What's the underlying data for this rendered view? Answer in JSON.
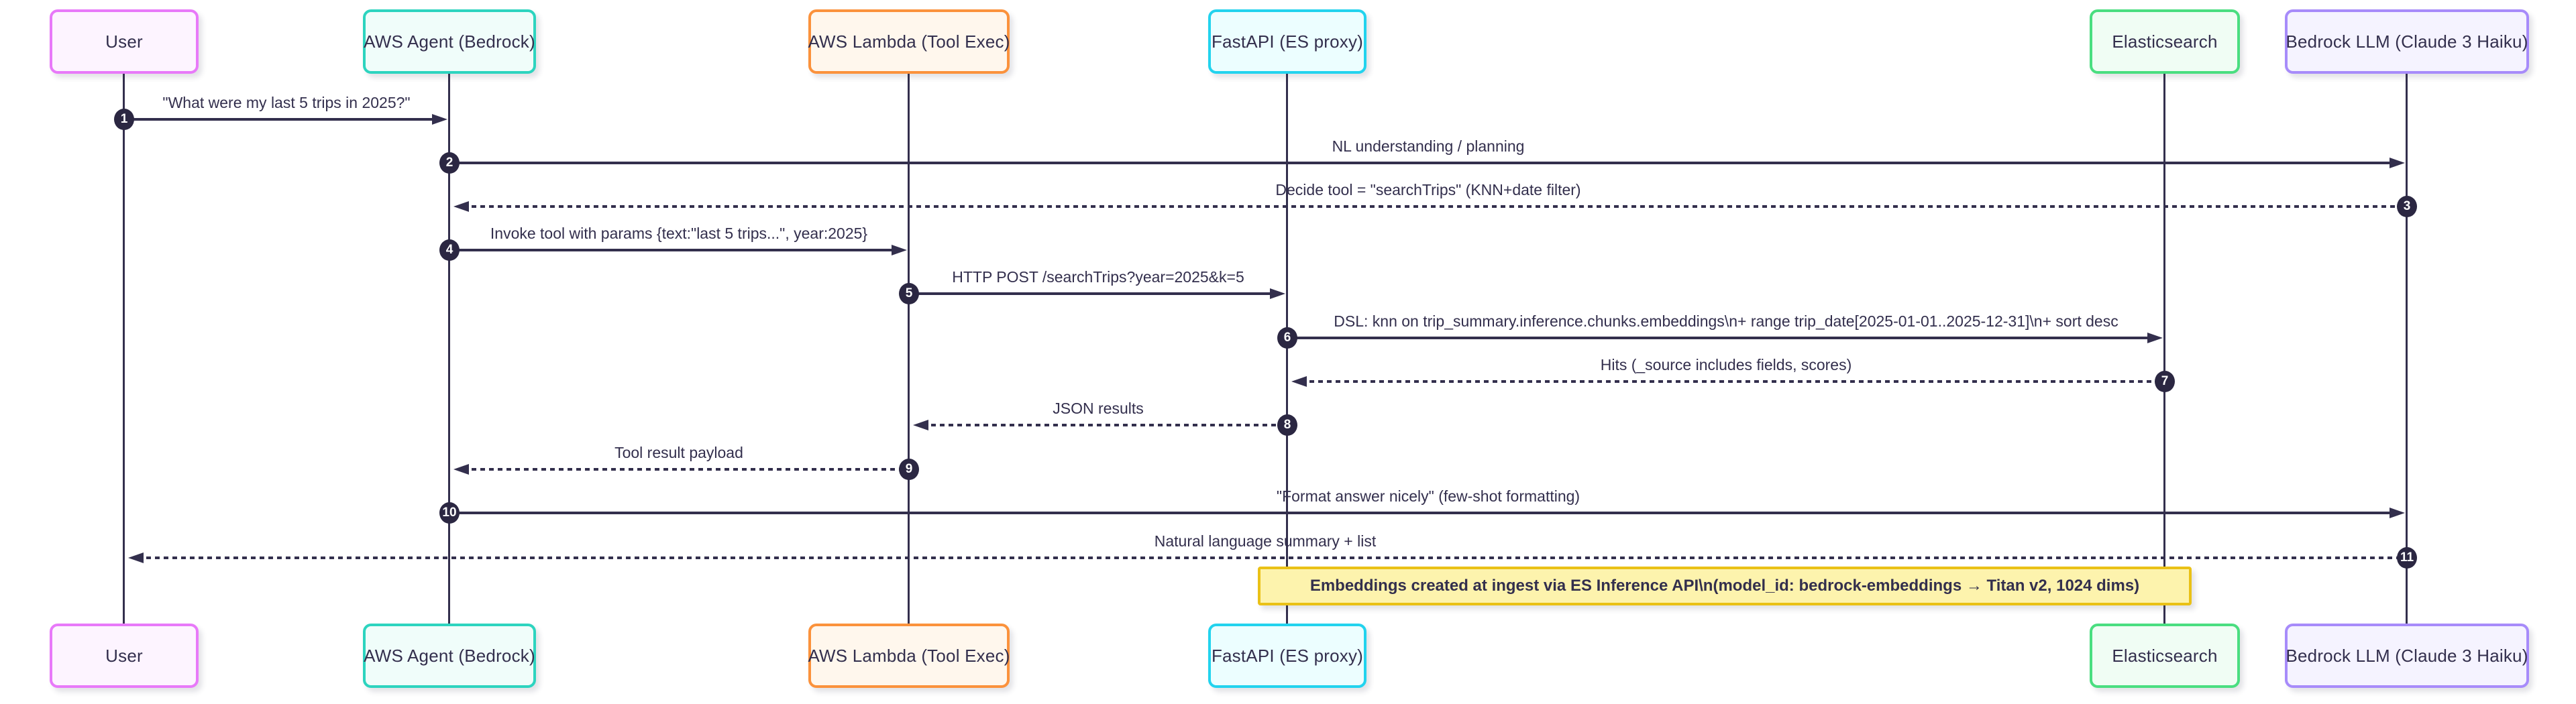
{
  "diagram": {
    "type": "sequence-diagram",
    "theme": {
      "background": "#ffffff",
      "line_color": "#332f4d",
      "text_color": "#332f4d",
      "badge_fill": "#2b2742",
      "badge_text": "#ffffff",
      "note_fill": "#fdf3ad",
      "note_border": "#eac116"
    },
    "actors": [
      {
        "name": "User",
        "border": "#e879f9",
        "fill": "#fdf4ff"
      },
      {
        "name": "AWS Agent (Bedrock)",
        "border": "#2dd4bf",
        "fill": "#f0fdfa"
      },
      {
        "name": "AWS Lambda (Tool Exec)",
        "border": "#fb923c",
        "fill": "#fff7ed"
      },
      {
        "name": "FastAPI (ES proxy)",
        "border": "#22d3ee",
        "fill": "#ecfeff"
      },
      {
        "name": "Elasticsearch",
        "border": "#4ade80",
        "fill": "#f0fdf4"
      },
      {
        "name": "Bedrock LLM (Claude 3 Haiku)",
        "border": "#a78bfa",
        "fill": "#f5f3ff"
      }
    ],
    "messages": [
      {
        "seq": "1",
        "from": "User",
        "to": "AWS Agent (Bedrock)",
        "line": "solid",
        "label": "\"What were my last 5 trips in 2025?\""
      },
      {
        "seq": "2",
        "from": "AWS Agent (Bedrock)",
        "to": "Bedrock LLM (Claude 3 Haiku)",
        "line": "solid",
        "label": "NL understanding / planning"
      },
      {
        "seq": "3",
        "from": "Bedrock LLM (Claude 3 Haiku)",
        "to": "AWS Agent (Bedrock)",
        "line": "dotted",
        "label": "Decide tool = \"searchTrips\" (KNN+date filter)"
      },
      {
        "seq": "4",
        "from": "AWS Agent (Bedrock)",
        "to": "AWS Lambda (Tool Exec)",
        "line": "solid",
        "label": "Invoke tool with params {text:\"last 5 trips...\", year:2025}"
      },
      {
        "seq": "5",
        "from": "AWS Lambda (Tool Exec)",
        "to": "FastAPI (ES proxy)",
        "line": "solid",
        "label": "HTTP POST /searchTrips?year=2025&k=5"
      },
      {
        "seq": "6",
        "from": "FastAPI (ES proxy)",
        "to": "Elasticsearch",
        "line": "solid",
        "label": "DSL: knn on trip_summary.inference.chunks.embeddings\\n+ range trip_date[2025-01-01..2025-12-31]\\n+ sort desc"
      },
      {
        "seq": "7",
        "from": "Elasticsearch",
        "to": "FastAPI (ES proxy)",
        "line": "dotted",
        "label": "Hits (_source includes fields, scores)"
      },
      {
        "seq": "8",
        "from": "FastAPI (ES proxy)",
        "to": "AWS Lambda (Tool Exec)",
        "line": "dotted",
        "label": "JSON results"
      },
      {
        "seq": "9",
        "from": "AWS Lambda (Tool Exec)",
        "to": "AWS Agent (Bedrock)",
        "line": "dotted",
        "label": "Tool result payload"
      },
      {
        "seq": "10",
        "from": "AWS Agent (Bedrock)",
        "to": "Bedrock LLM (Claude 3 Haiku)",
        "line": "solid",
        "label": "\"Format answer nicely\" (few-shot formatting)"
      },
      {
        "seq": "11",
        "from": "Bedrock LLM (Claude 3 Haiku)",
        "to": "User",
        "line": "dotted",
        "label": "Natural language summary + list"
      }
    ],
    "note": {
      "over": "FastAPI (ES proxy), Elasticsearch",
      "text": "Embeddings created at ingest via ES Inference API\\n(model_id: bedrock-embeddings → Titan v2, 1024 dims)"
    }
  }
}
